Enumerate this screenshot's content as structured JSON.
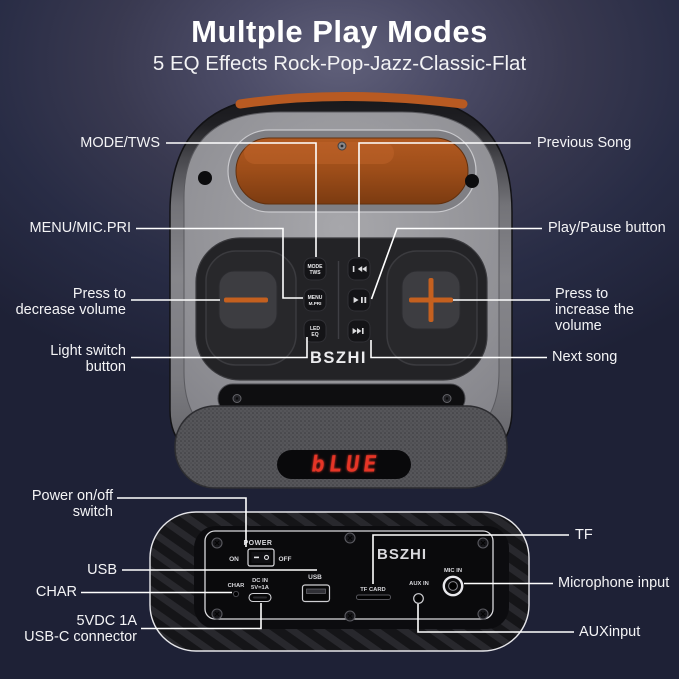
{
  "header": {
    "title": "Multple Play Modes",
    "subtitle": "5 EQ Effects Rock-Pop-Jazz-Classic-Flat"
  },
  "device": {
    "brand": "BSZHI",
    "display_text": "bLUE",
    "top_buttons": {
      "mode_l1": "MODE",
      "mode_l2": "TWS",
      "menu_l1": "MENU",
      "menu_l2": "M.PRI",
      "led_l1": "LED",
      "led_l2": "EQ"
    },
    "bottom_panel": {
      "brand": "BSZHI",
      "power": "POWER",
      "on": "ON",
      "off": "OFF",
      "char": "CHAR",
      "dc_in_l1": "DC IN",
      "dc_in_l2": "5V=1A",
      "usb": "USB",
      "tf_card": "TF CARD",
      "aux_in": "AUX IN",
      "mic_in": "MIC IN"
    }
  },
  "callouts": {
    "mode_tws": "MODE/TWS",
    "previous_song": "Previous Song",
    "menu_mic_pri": "MENU/MIC.PRI",
    "play_pause": "Play/Pause button",
    "decrease_volume": "Press to\ndecrease volume",
    "increase_volume": "Press to\nincrease the\nvolume",
    "light_switch": "Light switch\nbutton",
    "next_song": "Next song",
    "power_switch": "Power on/off\nswitch",
    "usb": "USB",
    "char": "CHAR",
    "usbc_connector": "5VDC 1A\nUSB-C connector",
    "tf": "TF",
    "microphone_input": "Microphone input",
    "aux_input": "AUXinput"
  },
  "colors": {
    "accent_orange": "#bd5a21",
    "led_red": "#e63527",
    "callout_line": "#ffffff",
    "background_top": "#5f5f7a",
    "background_bottom": "#1e2136"
  }
}
